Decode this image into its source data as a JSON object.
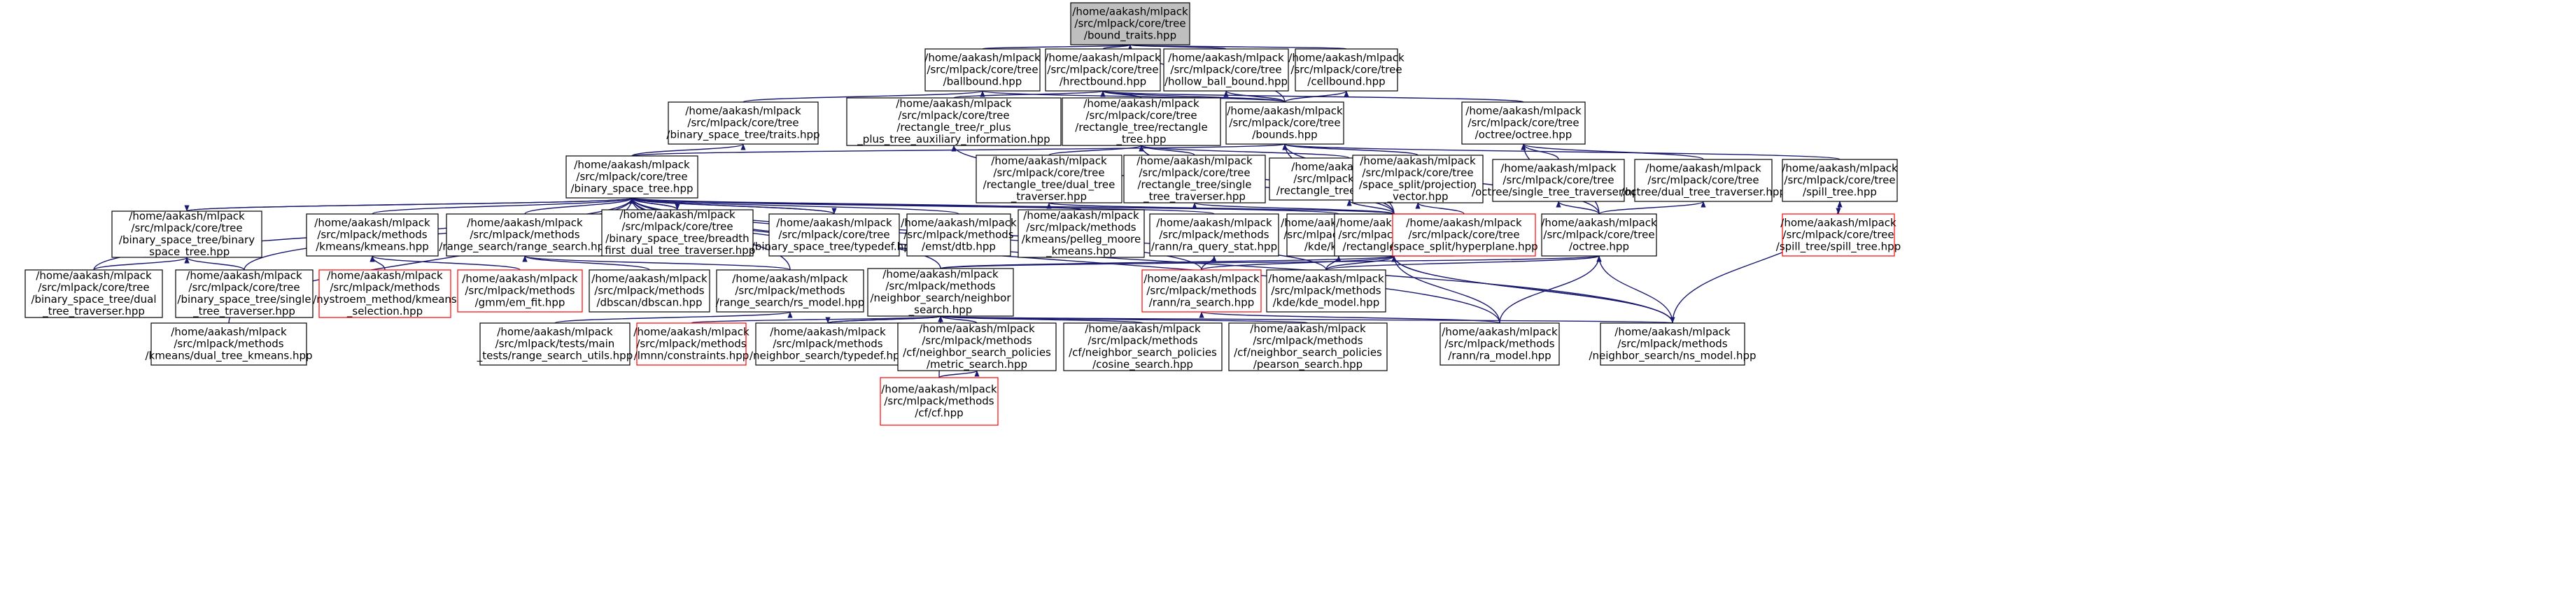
{
  "nodes": [
    {
      "id": "n_bound_traits",
      "lines": [
        "/home/aakash/mlpack",
        "/src/mlpack/core/tree",
        "/bound_traits.hpp"
      ],
      "root": true,
      "border": "black"
    },
    {
      "id": "n_ballbound",
      "lines": [
        "/home/aakash/mlpack",
        "/src/mlpack/core/tree",
        "/ballbound.hpp"
      ],
      "border": "black"
    },
    {
      "id": "n_hrectbound",
      "lines": [
        "/home/aakash/mlpack",
        "/src/mlpack/core/tree",
        "/hrectbound.hpp"
      ],
      "border": "black"
    },
    {
      "id": "n_hollow_ball",
      "lines": [
        "/home/aakash/mlpack",
        "/src/mlpack/core/tree",
        "/hollow_ball_bound.hpp"
      ],
      "border": "black"
    },
    {
      "id": "n_cellbound",
      "lines": [
        "/home/aakash/mlpack",
        "/src/mlpack/core/tree",
        "/cellbound.hpp"
      ],
      "border": "black"
    },
    {
      "id": "n_bst_traits",
      "lines": [
        "/home/aakash/mlpack",
        "/src/mlpack/core/tree",
        "/binary_space_tree/traits.hpp"
      ],
      "border": "black"
    },
    {
      "id": "n_rplus_aux",
      "lines": [
        "/home/aakash/mlpack",
        "/src/mlpack/core/tree",
        "/rectangle_tree/r_plus",
        "_plus_tree_auxiliary_information.hpp"
      ],
      "border": "black"
    },
    {
      "id": "n_rect_tree_rect",
      "lines": [
        "/home/aakash/mlpack",
        "/src/mlpack/core/tree",
        "/rectangle_tree/rectangle",
        "_tree.hpp"
      ],
      "border": "black"
    },
    {
      "id": "n_bounds",
      "lines": [
        "/home/aakash/mlpack",
        "/src/mlpack/core/tree",
        "/bounds.hpp"
      ],
      "border": "black"
    },
    {
      "id": "n_octree_octree",
      "lines": [
        "/home/aakash/mlpack",
        "/src/mlpack/core/tree",
        "/octree/octree.hpp"
      ],
      "border": "black"
    },
    {
      "id": "n_bst",
      "lines": [
        "/home/aakash/mlpack",
        "/src/mlpack/core/tree",
        "/binary_space_tree.hpp"
      ],
      "border": "black"
    },
    {
      "id": "n_rt_dual",
      "lines": [
        "/home/aakash/mlpack",
        "/src/mlpack/core/tree",
        "/rectangle_tree/dual_tree",
        "_traverser.hpp"
      ],
      "border": "black"
    },
    {
      "id": "n_rt_single",
      "lines": [
        "/home/aakash/mlpack",
        "/src/mlpack/core/tree",
        "/rectangle_tree/single",
        "_tree_traverser.hpp"
      ],
      "border": "black"
    },
    {
      "id": "n_rt_typedef",
      "lines": [
        "/home/aakash/mlpack",
        "/src/mlpack/core/tree",
        "/rectangle_tree/typedef.hpp"
      ],
      "border": "black"
    },
    {
      "id": "n_proj_vec",
      "lines": [
        "/home/aakash/mlpack",
        "/src/mlpack/core/tree",
        "/space_split/projection",
        "_vector.hpp"
      ],
      "border": "black"
    },
    {
      "id": "n_oct_single",
      "lines": [
        "/home/aakash/mlpack",
        "/src/mlpack/core/tree",
        "/octree/single_tree_traverser.hpp"
      ],
      "border": "black"
    },
    {
      "id": "n_oct_dual",
      "lines": [
        "/home/aakash/mlpack",
        "/src/mlpack/core/tree",
        "/octree/dual_tree_traverser.hpp"
      ],
      "border": "black"
    },
    {
      "id": "n_spill_tree",
      "lines": [
        "/home/aakash/mlpack",
        "/src/mlpack/core/tree",
        "/spill_tree.hpp"
      ],
      "border": "black"
    },
    {
      "id": "n_bst_binary",
      "lines": [
        "/home/aakash/mlpack",
        "/src/mlpack/core/tree",
        "/binary_space_tree/binary",
        "_space_tree.hpp"
      ],
      "border": "black"
    },
    {
      "id": "n_kmeans",
      "lines": [
        "/home/aakash/mlpack",
        "/src/mlpack/methods",
        "/kmeans/kmeans.hpp"
      ],
      "border": "black"
    },
    {
      "id": "n_range_search",
      "lines": [
        "/home/aakash/mlpack",
        "/src/mlpack/methods",
        "/range_search/range_search.hpp"
      ],
      "border": "black"
    },
    {
      "id": "n_bst_breadth",
      "lines": [
        "/home/aakash/mlpack",
        "/src/mlpack/core/tree",
        "/binary_space_tree/breadth",
        "_first_dual_tree_traverser.hpp"
      ],
      "border": "black"
    },
    {
      "id": "n_bst_typedef",
      "lines": [
        "/home/aakash/mlpack",
        "/src/mlpack/core/tree",
        "/binary_space_tree/typedef.hpp"
      ],
      "border": "black"
    },
    {
      "id": "n_emst",
      "lines": [
        "/home/aakash/mlpack",
        "/src/mlpack/methods",
        "/emst/dtb.hpp"
      ],
      "border": "black"
    },
    {
      "id": "n_pelleg",
      "lines": [
        "/home/aakash/mlpack",
        "/src/mlpack/methods",
        "/kmeans/pelleg_moore",
        "_kmeans.hpp"
      ],
      "border": "black"
    },
    {
      "id": "n_ra_query",
      "lines": [
        "/home/aakash/mlpack",
        "/src/mlpack/methods",
        "/rann/ra_query_stat.hpp"
      ],
      "border": "black"
    },
    {
      "id": "n_kde",
      "lines": [
        "/home/aakash/mlpack",
        "/src/mlpack/methods",
        "/kde/kde.hpp"
      ],
      "border": "black"
    },
    {
      "id": "n_rect_tree",
      "lines": [
        "/home/aakash/mlpack",
        "/src/mlpack/core/tree",
        "/rectangle_tree.hpp"
      ],
      "border": "black"
    },
    {
      "id": "n_hyperplane",
      "lines": [
        "/home/aakash/mlpack",
        "/src/mlpack/core/tree",
        "/space_split/hyperplane.hpp"
      ],
      "border": "red"
    },
    {
      "id": "n_octree",
      "lines": [
        "/home/aakash/mlpack",
        "/src/mlpack/core/tree",
        "/octree.hpp"
      ],
      "border": "black"
    },
    {
      "id": "n_spill_spill",
      "lines": [
        "/home/aakash/mlpack",
        "/src/mlpack/core/tree",
        "/spill_tree/spill_tree.hpp"
      ],
      "border": "red"
    },
    {
      "id": "n_bst_dual",
      "lines": [
        "/home/aakash/mlpack",
        "/src/mlpack/core/tree",
        "/binary_space_tree/dual",
        "_tree_traverser.hpp"
      ],
      "border": "black"
    },
    {
      "id": "n_bst_single",
      "lines": [
        "/home/aakash/mlpack",
        "/src/mlpack/core/tree",
        "/binary_space_tree/single",
        "_tree_traverser.hpp"
      ],
      "border": "black"
    },
    {
      "id": "n_mystroem",
      "lines": [
        "/home/aakash/mlpack",
        "/src/mlpack/methods",
        "/nystroem_method/kmeans",
        "_selection.hpp"
      ],
      "border": "red"
    },
    {
      "id": "n_gmm",
      "lines": [
        "/home/aakash/mlpack",
        "/src/mlpack/methods",
        "/gmm/em_fit.hpp"
      ],
      "border": "red"
    },
    {
      "id": "n_dbscan",
      "lines": [
        "/home/aakash/mlpack",
        "/src/mlpack/methods",
        "/dbscan/dbscan.hpp"
      ],
      "border": "black"
    },
    {
      "id": "n_rs_model",
      "lines": [
        "/home/aakash/mlpack",
        "/src/mlpack/methods",
        "/range_search/rs_model.hpp"
      ],
      "border": "black"
    },
    {
      "id": "n_neighbor",
      "lines": [
        "/home/aakash/mlpack",
        "/src/mlpack/methods",
        "/neighbor_search/neighbor",
        "_search.hpp"
      ],
      "border": "black"
    },
    {
      "id": "n_ra_search",
      "lines": [
        "/home/aakash/mlpack",
        "/src/mlpack/methods",
        "/rann/ra_search.hpp"
      ],
      "border": "red"
    },
    {
      "id": "n_kde_model",
      "lines": [
        "/home/aakash/mlpack",
        "/src/mlpack/methods",
        "/kde/kde_model.hpp"
      ],
      "border": "black"
    },
    {
      "id": "n_dual_kmeans",
      "lines": [
        "/home/aakash/mlpack",
        "/src/mlpack/methods",
        "/kmeans/dual_tree_kmeans.hpp"
      ],
      "border": "black"
    },
    {
      "id": "n_main_tests",
      "lines": [
        "/home/aakash/mlpack",
        "/src/mlpack/tests/main",
        "_tests/range_search_utils.hpp"
      ],
      "border": "black"
    },
    {
      "id": "n_lmnr",
      "lines": [
        "/home/aakash/mlpack",
        "/src/mlpack/methods",
        "/lmnn/constraints.hpp"
      ],
      "border": "red"
    },
    {
      "id": "n_ns_typedef",
      "lines": [
        "/home/aakash/mlpack",
        "/src/mlpack/methods",
        "/neighbor_search/typedef.hpp"
      ],
      "border": "black"
    },
    {
      "id": "n_cf_metric",
      "lines": [
        "/home/aakash/mlpack",
        "/src/mlpack/methods",
        "/cf/neighbor_search_policies",
        "/metric_search.hpp"
      ],
      "border": "black"
    },
    {
      "id": "n_cf_cosine",
      "lines": [
        "/home/aakash/mlpack",
        "/src/mlpack/methods",
        "/cf/neighbor_search_policies",
        "/cosine_search.hpp"
      ],
      "border": "black"
    },
    {
      "id": "n_cf_pearson",
      "lines": [
        "/home/aakash/mlpack",
        "/src/mlpack/methods",
        "/cf/neighbor_search_policies",
        "/pearson_search.hpp"
      ],
      "border": "black"
    },
    {
      "id": "n_ra_model",
      "lines": [
        "/home/aakash/mlpack",
        "/src/mlpack/methods",
        "/rann/ra_model.hpp"
      ],
      "border": "black"
    },
    {
      "id": "n_ns_model",
      "lines": [
        "/home/aakash/mlpack",
        "/src/mlpack/methods",
        "/neighbor_search/ns_model.hpp"
      ],
      "border": "black"
    },
    {
      "id": "n_cf",
      "lines": [
        "/home/aakash/mlpack",
        "/src/mlpack/methods",
        "/cf/cf.hpp"
      ],
      "border": "red"
    }
  ],
  "edges": [
    [
      "n_ballbound",
      "n_bound_traits"
    ],
    [
      "n_hrectbound",
      "n_bound_traits"
    ],
    [
      "n_hollow_ball",
      "n_bound_traits"
    ],
    [
      "n_cellbound",
      "n_bound_traits"
    ],
    [
      "n_bounds",
      "n_bound_traits"
    ],
    [
      "n_bst_traits",
      "n_ballbound"
    ],
    [
      "n_bounds",
      "n_ballbound"
    ],
    [
      "n_rplus_aux",
      "n_hrectbound"
    ],
    [
      "n_rect_tree_rect",
      "n_hrectbound"
    ],
    [
      "n_bounds",
      "n_hrectbound"
    ],
    [
      "n_octree_octree",
      "n_hrectbound"
    ],
    [
      "n_bounds",
      "n_hollow_ball"
    ],
    [
      "n_bounds",
      "n_cellbound"
    ],
    [
      "n_bst",
      "n_bst_traits"
    ],
    [
      "n_bst",
      "n_bounds"
    ],
    [
      "n_rect_tree",
      "n_bounds"
    ],
    [
      "n_proj_vec",
      "n_bounds"
    ],
    [
      "n_octree",
      "n_bounds"
    ],
    [
      "n_spill_tree",
      "n_bounds"
    ],
    [
      "n_rt_dual",
      "n_rect_tree_rect"
    ],
    [
      "n_rt_single",
      "n_rect_tree_rect"
    ],
    [
      "n_rt_typedef",
      "n_rect_tree_rect"
    ],
    [
      "n_rect_tree",
      "n_rect_tree_rect"
    ],
    [
      "n_rect_tree",
      "n_rplus_aux"
    ],
    [
      "n_oct_single",
      "n_octree_octree"
    ],
    [
      "n_oct_dual",
      "n_octree_octree"
    ],
    [
      "n_octree",
      "n_octree_octree"
    ],
    [
      "n_bst_binary",
      "n_bst"
    ],
    [
      "n_kmeans",
      "n_bst"
    ],
    [
      "n_range_search",
      "n_bst"
    ],
    [
      "n_bst_breadth",
      "n_bst"
    ],
    [
      "n_bst_typedef",
      "n_bst"
    ],
    [
      "n_emst",
      "n_bst"
    ],
    [
      "n_pelleg",
      "n_bst"
    ],
    [
      "n_ra_query",
      "n_bst"
    ],
    [
      "n_kde",
      "n_bst"
    ],
    [
      "n_bst_dual",
      "n_bst"
    ],
    [
      "n_bst_single",
      "n_bst"
    ],
    [
      "n_rs_model",
      "n_bst"
    ],
    [
      "n_neighbor",
      "n_bst"
    ],
    [
      "n_ra_search",
      "n_bst"
    ],
    [
      "n_kde_model",
      "n_bst"
    ],
    [
      "n_dual_kmeans",
      "n_bst"
    ],
    [
      "n_ra_model",
      "n_bst"
    ],
    [
      "n_ns_model",
      "n_bst"
    ],
    [
      "n_bst",
      "n_bst_binary"
    ],
    [
      "n_bst",
      "n_bst_breadth"
    ],
    [
      "n_bst",
      "n_bst_typedef"
    ],
    [
      "n_rect_tree",
      "n_rt_dual"
    ],
    [
      "n_rect_tree",
      "n_rt_single"
    ],
    [
      "n_rect_tree",
      "n_rt_typedef"
    ],
    [
      "n_hyperplane",
      "n_proj_vec"
    ],
    [
      "n_octree",
      "n_oct_single"
    ],
    [
      "n_octree",
      "n_oct_dual"
    ],
    [
      "n_spill_spill",
      "n_spill_tree"
    ],
    [
      "n_spill_tree",
      "n_spill_spill"
    ],
    [
      "n_bst_dual",
      "n_bst_binary"
    ],
    [
      "n_bst_single",
      "n_bst_binary"
    ],
    [
      "n_mystroem",
      "n_kmeans"
    ],
    [
      "n_gmm",
      "n_kmeans"
    ],
    [
      "n_dbscan",
      "n_range_search"
    ],
    [
      "n_rs_model",
      "n_range_search"
    ],
    [
      "n_ra_search",
      "n_ra_query"
    ],
    [
      "n_kde_model",
      "n_kde"
    ],
    [
      "n_neighbor",
      "n_rect_tree"
    ],
    [
      "n_ra_search",
      "n_rect_tree"
    ],
    [
      "n_kde_model",
      "n_rect_tree"
    ],
    [
      "n_ra_model",
      "n_rect_tree"
    ],
    [
      "n_ns_model",
      "n_rect_tree"
    ],
    [
      "n_rect_tree",
      "n_ns_model"
    ],
    [
      "n_neighbor",
      "n_octree"
    ],
    [
      "n_kde_model",
      "n_octree"
    ],
    [
      "n_ra_model",
      "n_octree"
    ],
    [
      "n_ns_model",
      "n_octree"
    ],
    [
      "n_ns_model",
      "n_spill_tree"
    ],
    [
      "n_main_tests",
      "n_rs_model"
    ],
    [
      "n_lmnr",
      "n_neighbor"
    ],
    [
      "n_ns_typedef",
      "n_neighbor"
    ],
    [
      "n_cf_metric",
      "n_neighbor"
    ],
    [
      "n_cf_cosine",
      "n_neighbor"
    ],
    [
      "n_cf_pearson",
      "n_neighbor"
    ],
    [
      "n_ns_model",
      "n_neighbor"
    ],
    [
      "n_cf",
      "n_neighbor"
    ],
    [
      "n_neighbor",
      "n_ns_typedef"
    ],
    [
      "n_cf",
      "n_cf_metric"
    ],
    [
      "n_ra_model",
      "n_ra_search"
    ]
  ]
}
